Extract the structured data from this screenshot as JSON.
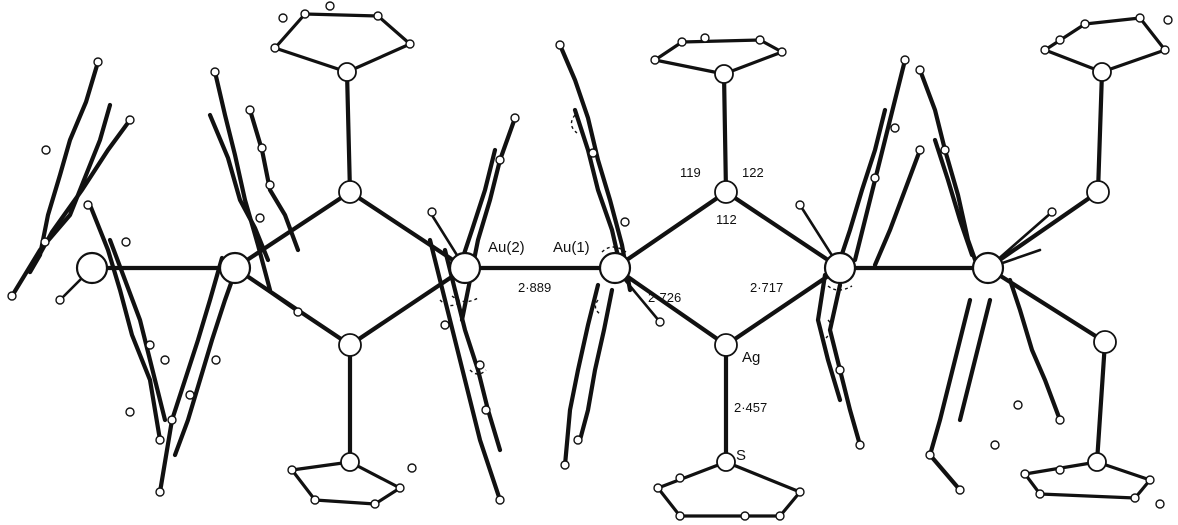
{
  "labels": {
    "au2": "Au(2)",
    "au1": "Au(1)",
    "ag": "Ag",
    "s": "S",
    "d_au_au": "2·889",
    "d_au1_ag": "2·726",
    "d_ag_au": "2·717",
    "d_ag_s": "2·457",
    "angle_left": "119",
    "angle_right": "122",
    "angle_bottom": "112"
  }
}
